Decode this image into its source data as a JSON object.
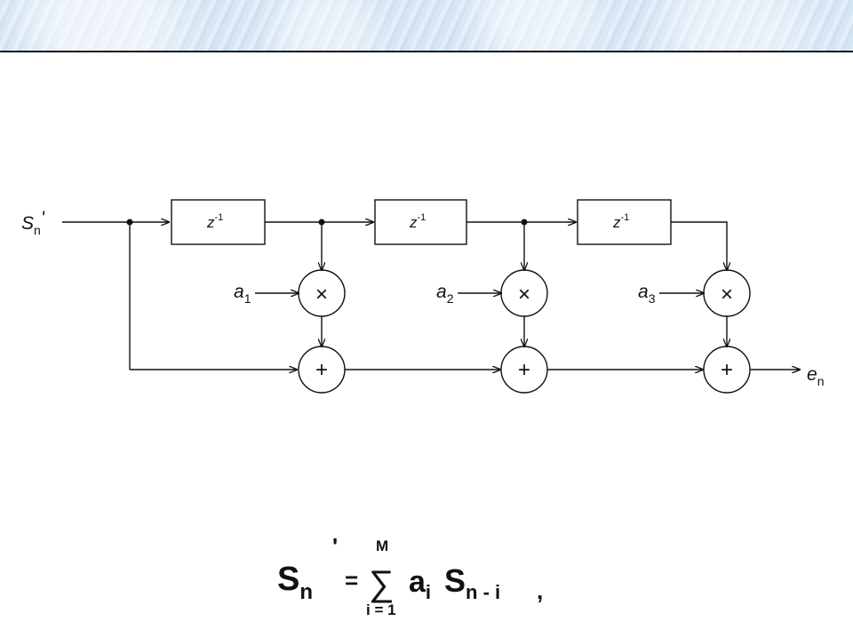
{
  "diagram": {
    "input_label": "S",
    "input_sub": "n",
    "input_mark": "'",
    "delay_label": "z",
    "delay_sup": "-1",
    "coefficients": [
      {
        "base": "a",
        "sub": "1"
      },
      {
        "base": "a",
        "sub": "2"
      },
      {
        "base": "a",
        "sub": "3"
      }
    ],
    "multiply_symbol": "×",
    "add_symbol": "+",
    "output_label": "e",
    "output_sub": "n"
  },
  "formula": {
    "lhs_base": "S",
    "lhs_sub": "n",
    "lhs_prime": "'",
    "equals": "=",
    "sum_symbol": "∑",
    "sum_upper": "M",
    "sum_lower": "i = 1",
    "term_a": "a",
    "term_a_sub": "i",
    "term_s": "S",
    "term_s_sub": "n - i",
    "trailing": ","
  }
}
